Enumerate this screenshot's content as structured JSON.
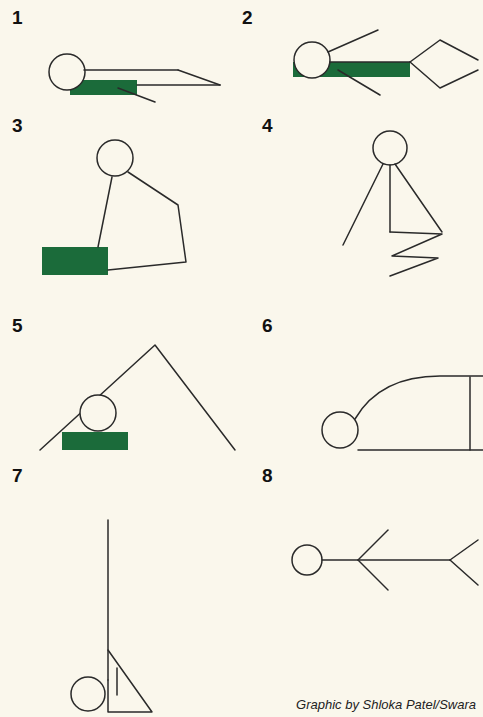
{
  "diagram": {
    "caption": "Graphic by Shloka Patel/Swara",
    "labels": [
      "1",
      "2",
      "3",
      "4",
      "5",
      "6",
      "7",
      "8"
    ]
  }
}
